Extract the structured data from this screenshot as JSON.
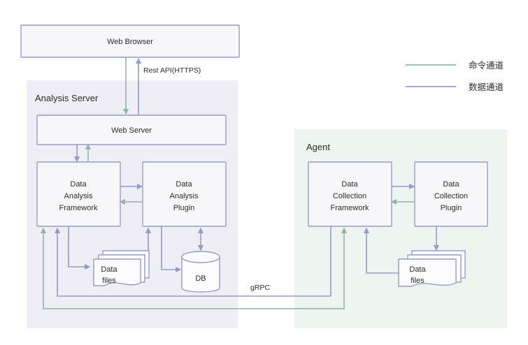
{
  "diagram": {
    "title_visible": false,
    "colors": {
      "data_channel": "#9a9ac8",
      "command_channel": "#8fb5a8",
      "analysis_panel_bg": "#eeeef4",
      "agent_panel_bg": "#eef4ef",
      "node_fill": "#f7f7fa",
      "text": "#2b2b2b"
    },
    "nodes": {
      "web_browser": "Web Browser",
      "web_server": "Web Server",
      "data_analysis_framework_l1": "Data",
      "data_analysis_framework_l2": "Analysis",
      "data_analysis_framework_l3": "Framework",
      "data_analysis_plugin_l1": "Data",
      "data_analysis_plugin_l2": "Analysis",
      "data_analysis_plugin_l3": "Plugin",
      "data_collection_framework_l1": "Data",
      "data_collection_framework_l2": "Collection",
      "data_collection_framework_l3": "Framework",
      "data_collection_plugin_l1": "Data",
      "data_collection_plugin_l2": "Collection",
      "data_collection_plugin_l3": "Plugin",
      "server_data_files_l1": "Data",
      "server_data_files_l2": "files",
      "agent_data_files_l1": "Data",
      "agent_data_files_l2": "files",
      "database": "DB"
    },
    "panels": {
      "analysis_server": "Analysis Server",
      "agent": "Agent"
    },
    "edge_labels": {
      "rest_api": "Rest API(HTTPS)",
      "grpc": "gRPC"
    },
    "legend": {
      "items": [
        {
          "label": "命令通道",
          "channel": "command",
          "color": "#8fb5a8"
        },
        {
          "label": "数据通道",
          "channel": "data",
          "color": "#9a9ac8"
        }
      ]
    }
  }
}
